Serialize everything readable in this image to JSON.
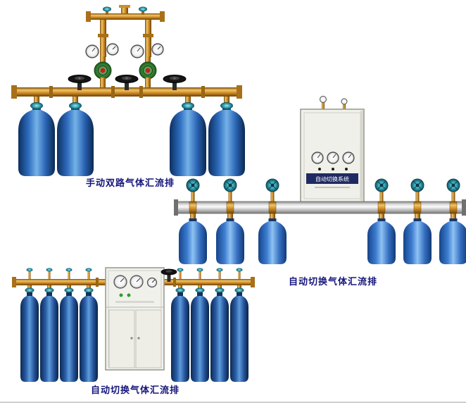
{
  "page": {
    "background": "#ffffff",
    "divider_color": "#cfcfcf"
  },
  "products": [
    {
      "caption": "手动双路气体汇流排"
    },
    {
      "caption": "自动切换气体汇流排",
      "cabinet_label": "自动切换系统"
    },
    {
      "caption": "自动切换气体汇流排"
    }
  ],
  "colors": {
    "caption_text": "#15157c",
    "brass_pipe": "#d8942c",
    "cylinder_blue": "#2e6cbe",
    "valve_teal": "#31a0b2",
    "cabinet_body": "#f0f0ea",
    "cabinet_band": "#202a62",
    "rail_silver": "#c8c8c8"
  }
}
